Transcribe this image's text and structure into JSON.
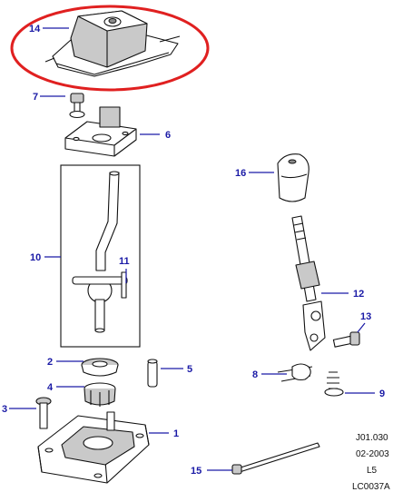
{
  "callouts": [
    {
      "id": "14",
      "label": "14"
    },
    {
      "id": "7",
      "label": "7"
    },
    {
      "id": "6",
      "label": "6"
    },
    {
      "id": "16",
      "label": "16"
    },
    {
      "id": "10",
      "label": "10"
    },
    {
      "id": "11",
      "label": "11"
    },
    {
      "id": "12",
      "label": "12"
    },
    {
      "id": "13",
      "label": "13"
    },
    {
      "id": "2",
      "label": "2"
    },
    {
      "id": "5",
      "label": "5"
    },
    {
      "id": "8",
      "label": "8"
    },
    {
      "id": "4",
      "label": "4"
    },
    {
      "id": "9",
      "label": "9"
    },
    {
      "id": "3",
      "label": "3"
    },
    {
      "id": "1",
      "label": "1"
    },
    {
      "id": "15",
      "label": "15"
    }
  ],
  "reference_block": {
    "code": "J01.030",
    "date": "02-2003",
    "level": "L5",
    "figure": "LC0037A"
  },
  "highlight_color": "#e02020",
  "callout_color": "#1a1aa6"
}
